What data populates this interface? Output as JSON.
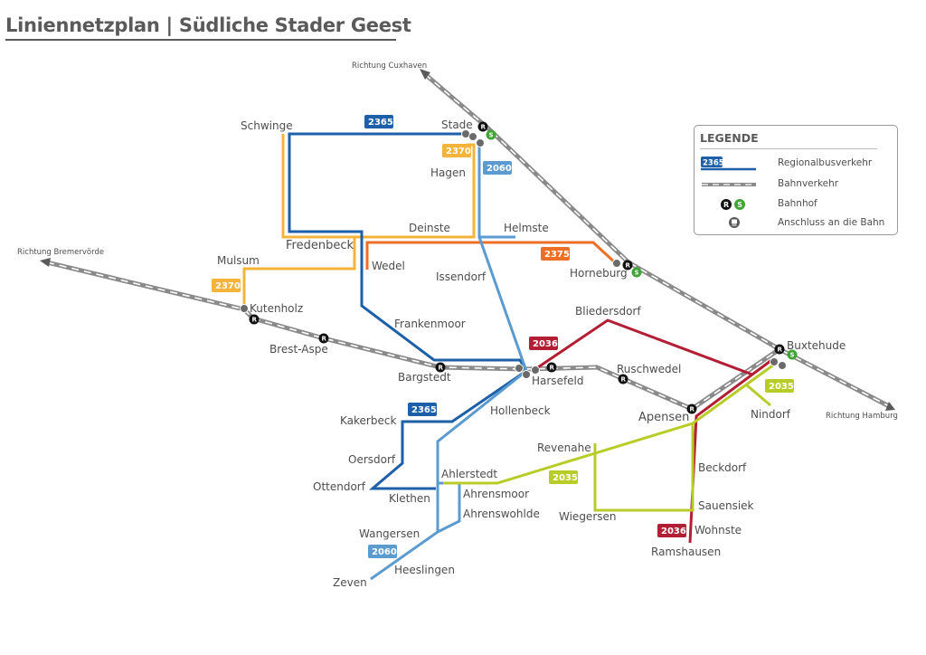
{
  "title": "Liniennetzplan | Südliche Stader Geest",
  "colors": {
    "line_2365": "#1d5fa8",
    "line_2370": "#f4b33a",
    "line_2060": "#5b9bd0",
    "line_2375": "#ec6f24",
    "line_2036": "#b21f35",
    "line_2035": "#b8cc28",
    "rail": "#8a8a8a"
  },
  "directions": {
    "cuxhaven": "Richtung Cuxhaven",
    "bremervoerde": "Richtung Bremervörde",
    "hamburg": "Richtung Hamburg"
  },
  "line_badges": [
    {
      "line": "2365",
      "color": "#1d5fa8"
    },
    {
      "line": "2370",
      "color": "#f4b33a"
    },
    {
      "line": "2060",
      "color": "#5b9bd0"
    },
    {
      "line": "2375",
      "color": "#ec6f24"
    },
    {
      "line": "2370",
      "color": "#f4b33a"
    },
    {
      "line": "2036",
      "color": "#b21f35"
    },
    {
      "line": "2365",
      "color": "#1d5fa8"
    },
    {
      "line": "2035",
      "color": "#b8cc28"
    },
    {
      "line": "2035",
      "color": "#b8cc28"
    },
    {
      "line": "2060",
      "color": "#5b9bd0"
    },
    {
      "line": "2036",
      "color": "#b21f35"
    }
  ],
  "stations": {
    "schwinge": "Schwinge",
    "stade": "Stade",
    "hagen": "Hagen",
    "deinste": "Deinste",
    "helmste": "Helmste",
    "fredenbeck": "Fredenbeck",
    "wedel": "Wedel",
    "horneburg": "Horneburg",
    "issendorf": "Issendorf",
    "mulsum": "Mulsum",
    "kutenholz": "Kutenholz",
    "frankenmoor": "Frankenmoor",
    "bliedersdorf": "Bliedersdorf",
    "brest_aspe": "Brest-Aspe",
    "buxtehude": "Buxtehude",
    "bargstedt": "Bargstedt",
    "harsefeld": "Harsefeld",
    "ruschwedel": "Ruschwedel",
    "kakerbeck": "Kakerbeck",
    "hollenbeck": "Hollenbeck",
    "apensen": "Apensen",
    "nindorf": "Nindorf",
    "revenahe": "Revenahe",
    "oersdorf": "Oersdorf",
    "ahlerstedt": "Ahlerstedt",
    "beckdorf": "Beckdorf",
    "ottendorf": "Ottendorf",
    "klethen": "Klethen",
    "ahrensmoor": "Ahrensmoor",
    "ahrenswohlde": "Ahrenswohlde",
    "wiegersen": "Wiegersen",
    "sauensiek": "Sauensiek",
    "wohnste": "Wohnste",
    "wangersen": "Wangersen",
    "ramshausen": "Ramshausen",
    "heeslingen": "Heeslingen",
    "zeven": "Zeven"
  },
  "icons": {
    "r_bahnhof": "R",
    "s_bahnhof": "S",
    "anschluss": "train-icon"
  },
  "legend": {
    "title": "LEGENDE",
    "badge": "2365",
    "items": [
      {
        "label": "Regionalbusverkehr",
        "icon": "bus-line-symbol"
      },
      {
        "label": "Bahnverkehr",
        "icon": "rail-line-symbol"
      },
      {
        "label": "Bahnhof",
        "icon": "station-icon"
      },
      {
        "label": "Anschluss an die Bahn",
        "icon": "train-connection-icon"
      }
    ]
  }
}
